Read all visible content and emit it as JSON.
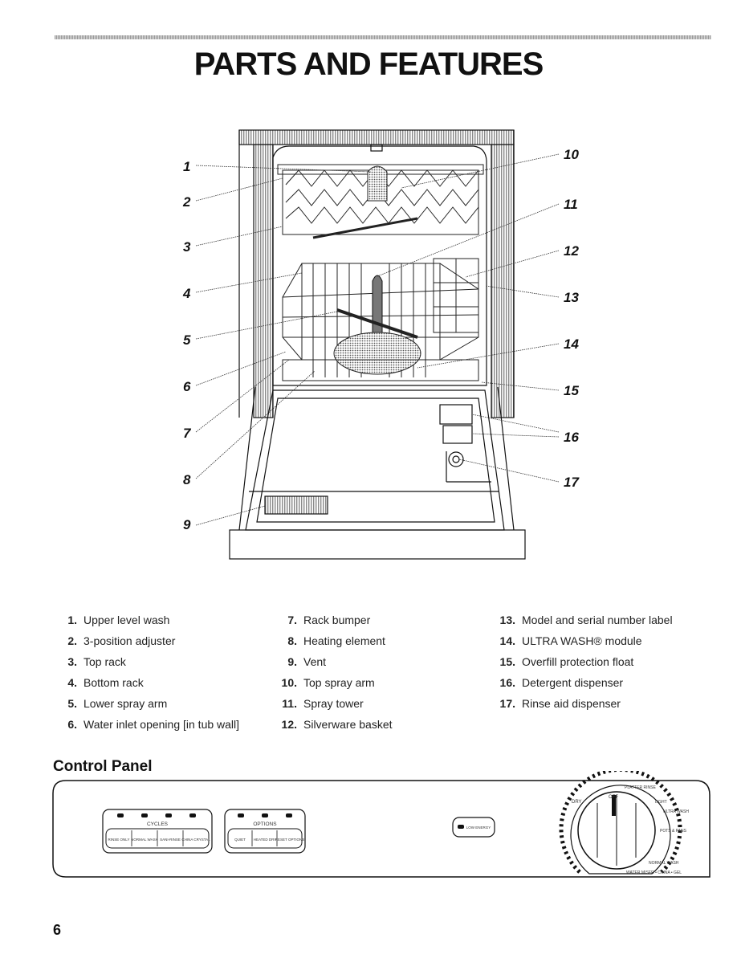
{
  "page_title": "PARTS AND FEATURES",
  "callout_numbers": [
    "1",
    "2",
    "3",
    "4",
    "5",
    "6",
    "7",
    "8",
    "9",
    "10",
    "11",
    "12",
    "13",
    "14",
    "15",
    "16",
    "17"
  ],
  "parts": [
    {
      "num": "1.",
      "label": "Upper level wash"
    },
    {
      "num": "2.",
      "label": "3-position adjuster"
    },
    {
      "num": "3.",
      "label": "Top rack"
    },
    {
      "num": "4.",
      "label": "Bottom rack"
    },
    {
      "num": "5.",
      "label": "Lower spray arm"
    },
    {
      "num": "6.",
      "label": "Water inlet opening [in tub wall]"
    },
    {
      "num": "7.",
      "label": "Rack bumper"
    },
    {
      "num": "8.",
      "label": "Heating element"
    },
    {
      "num": "9.",
      "label": "Vent"
    },
    {
      "num": "10.",
      "label": "Top spray arm"
    },
    {
      "num": "11.",
      "label": "Spray tower"
    },
    {
      "num": "12.",
      "label": "Silverware basket"
    },
    {
      "num": "13.",
      "label": "Model and serial number label"
    },
    {
      "num": "14.",
      "label": "ULTRA WASH® module"
    },
    {
      "num": "15.",
      "label": "Overfill protection float"
    },
    {
      "num": "16.",
      "label": "Detergent dispenser"
    },
    {
      "num": "17.",
      "label": "Rinse aid dispenser"
    }
  ],
  "control_panel": {
    "title": "Control Panel",
    "cycles_label": "CYCLES",
    "options_label": "OPTIONS",
    "cycle_buttons": [
      "RINSE ONLY",
      "NORMAL WASH",
      "SANI-RINSE",
      "CHINA CRYSTAL"
    ],
    "option_buttons": [
      "QUIET",
      "HEATED DRY",
      "RESET OPTIONS"
    ],
    "center_button": "LOW ENERGY",
    "dial": {
      "off_label": "OFF",
      "dry_label": "DRY",
      "labels": [
        "PLATTER RINSE",
        "LIGHT",
        "ULTRA WASH",
        "POTS & PANS",
        "NORMAL WASH",
        "WATER MISER • CHINA • GEL"
      ]
    }
  },
  "page_number": "6",
  "colors": {
    "ink": "#111111",
    "grid": "#9a9a9a",
    "panel_bg": "#ffffff"
  }
}
